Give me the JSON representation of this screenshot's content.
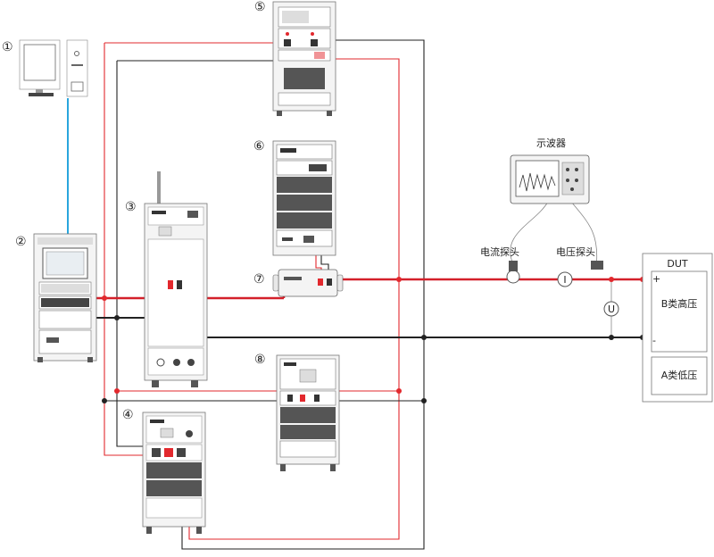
{
  "diagram": {
    "labels": {
      "n1": "①",
      "n2": "②",
      "n3": "③",
      "n4": "④",
      "n5": "⑤",
      "n6": "⑥",
      "n7": "⑦",
      "n8": "⑧",
      "oscilloscope": "示波器",
      "current_probe": "电流探头",
      "voltage_probe": "电压探头",
      "dut": "DUT",
      "b_class": "B类高压",
      "a_class": "A类低压",
      "current_meter": "I",
      "voltage_meter": "U",
      "plus": "+",
      "minus": "-"
    },
    "colors": {
      "red_wire": "#e2282d",
      "black_wire": "#222222",
      "network_wire": "#2aa6dd",
      "dut_plus": "#1a8a3a"
    }
  }
}
